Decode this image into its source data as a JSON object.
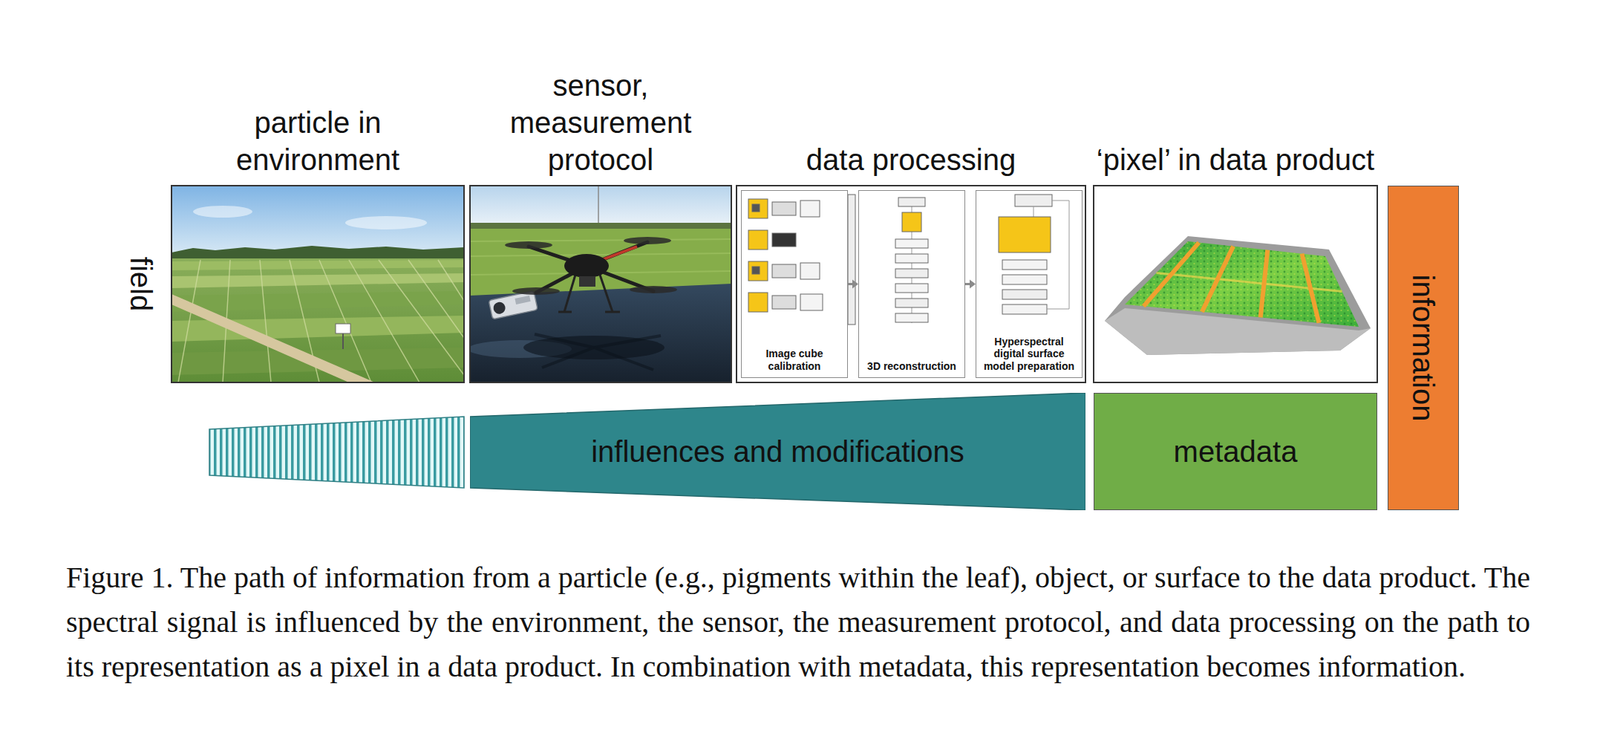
{
  "diagram": {
    "caption": "Figure 1. The path of information from a particle (e.g., pigments within the leaf), object, or surface to the data product. The spectral signal is influenced by the environment, the sensor, the measurement protocol, and data processing on the path to its representation as a pixel in a data product. In combination with metadata, this representation becomes information.",
    "nodes": [
      {
        "text": [
          "particle in environment"
        ]
      },
      {
        "text": [
          "sensor, measurement protocol"
        ]
      },
      {
        "text": [
          "data processing"
        ]
      },
      {
        "text": [
          "Image cube calibration"
        ],
        "in": 2
      },
      {
        "text": [
          "3D reconstruction"
        ],
        "in": 2
      },
      {
        "text": [
          "Hyperspectral digital surface model preparation"
        ],
        "in": 2
      },
      {
        "text": [
          "‘pixel’ in data product"
        ]
      },
      {
        "text": [
          "influences and modifications"
        ]
      },
      {
        "text": [
          "metadata"
        ]
      },
      {
        "text": [
          "information"
        ]
      }
    ],
    "edges": [
      {
        "from": 3,
        "to": 4,
        "arrow": "to"
      },
      {
        "from": 4,
        "to": 5,
        "arrow": "to"
      }
    ],
    "labels": [
      "field"
    ]
  }
}
